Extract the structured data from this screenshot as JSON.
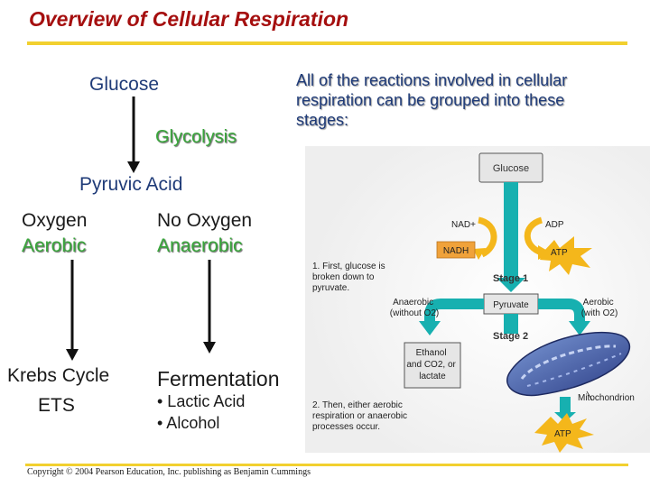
{
  "slide": {
    "title": "Overview of Cellular Respiration",
    "intro": "All of the reactions involved in cellular respiration can be grouped into these stages:",
    "copyright": "Copyright © 2004 Pearson Education, Inc. publishing as Benjamin Cummings"
  },
  "flow": {
    "glucose": "Glucose",
    "glycolysis": "Glycolysis",
    "pyruvic_acid": "Pyruvic Acid",
    "aerobic_condition": "Oxygen",
    "aerobic_label": "Aerobic",
    "anaerobic_condition": "No Oxygen",
    "anaerobic_label": "Anaerobic",
    "aerobic_result_1": "Krebs Cycle",
    "aerobic_result_2": "ETS",
    "anaerobic_result": "Fermentation",
    "fermentation_types": [
      "• Lactic Acid",
      "• Alcohol"
    ]
  },
  "figure": {
    "glucose": "Glucose",
    "nad_plus": "NAD+",
    "nadh": "NADH",
    "adp": "ADP",
    "atp_top": "ATP",
    "step1": [
      "1. First, glucose is",
      "broken down to",
      "pyruvate."
    ],
    "stage1": "Stage 1",
    "pyruvate": "Pyruvate",
    "anaerobic": [
      "Anaerobic",
      "(without O2)"
    ],
    "aerobic": [
      "Aerobic",
      "(with O2)"
    ],
    "stage2": "Stage 2",
    "ethanol": [
      "Ethanol",
      "and CO2, or",
      "lactate"
    ],
    "mitochondrion": "Mitochondrion",
    "step2": [
      "2. Then, either aerobic",
      "respiration or anaerobic",
      "processes occur."
    ],
    "atp_bottom": "ATP"
  },
  "colors": {
    "title": "#a50f0f",
    "rule": "#f2d02f",
    "blue_text": "#1f3b78",
    "green_text": "#39a63b",
    "arrow_teal": "#17b0b0",
    "atp_burst": "#f4b71b",
    "nadh_box": "#f0a23a"
  }
}
